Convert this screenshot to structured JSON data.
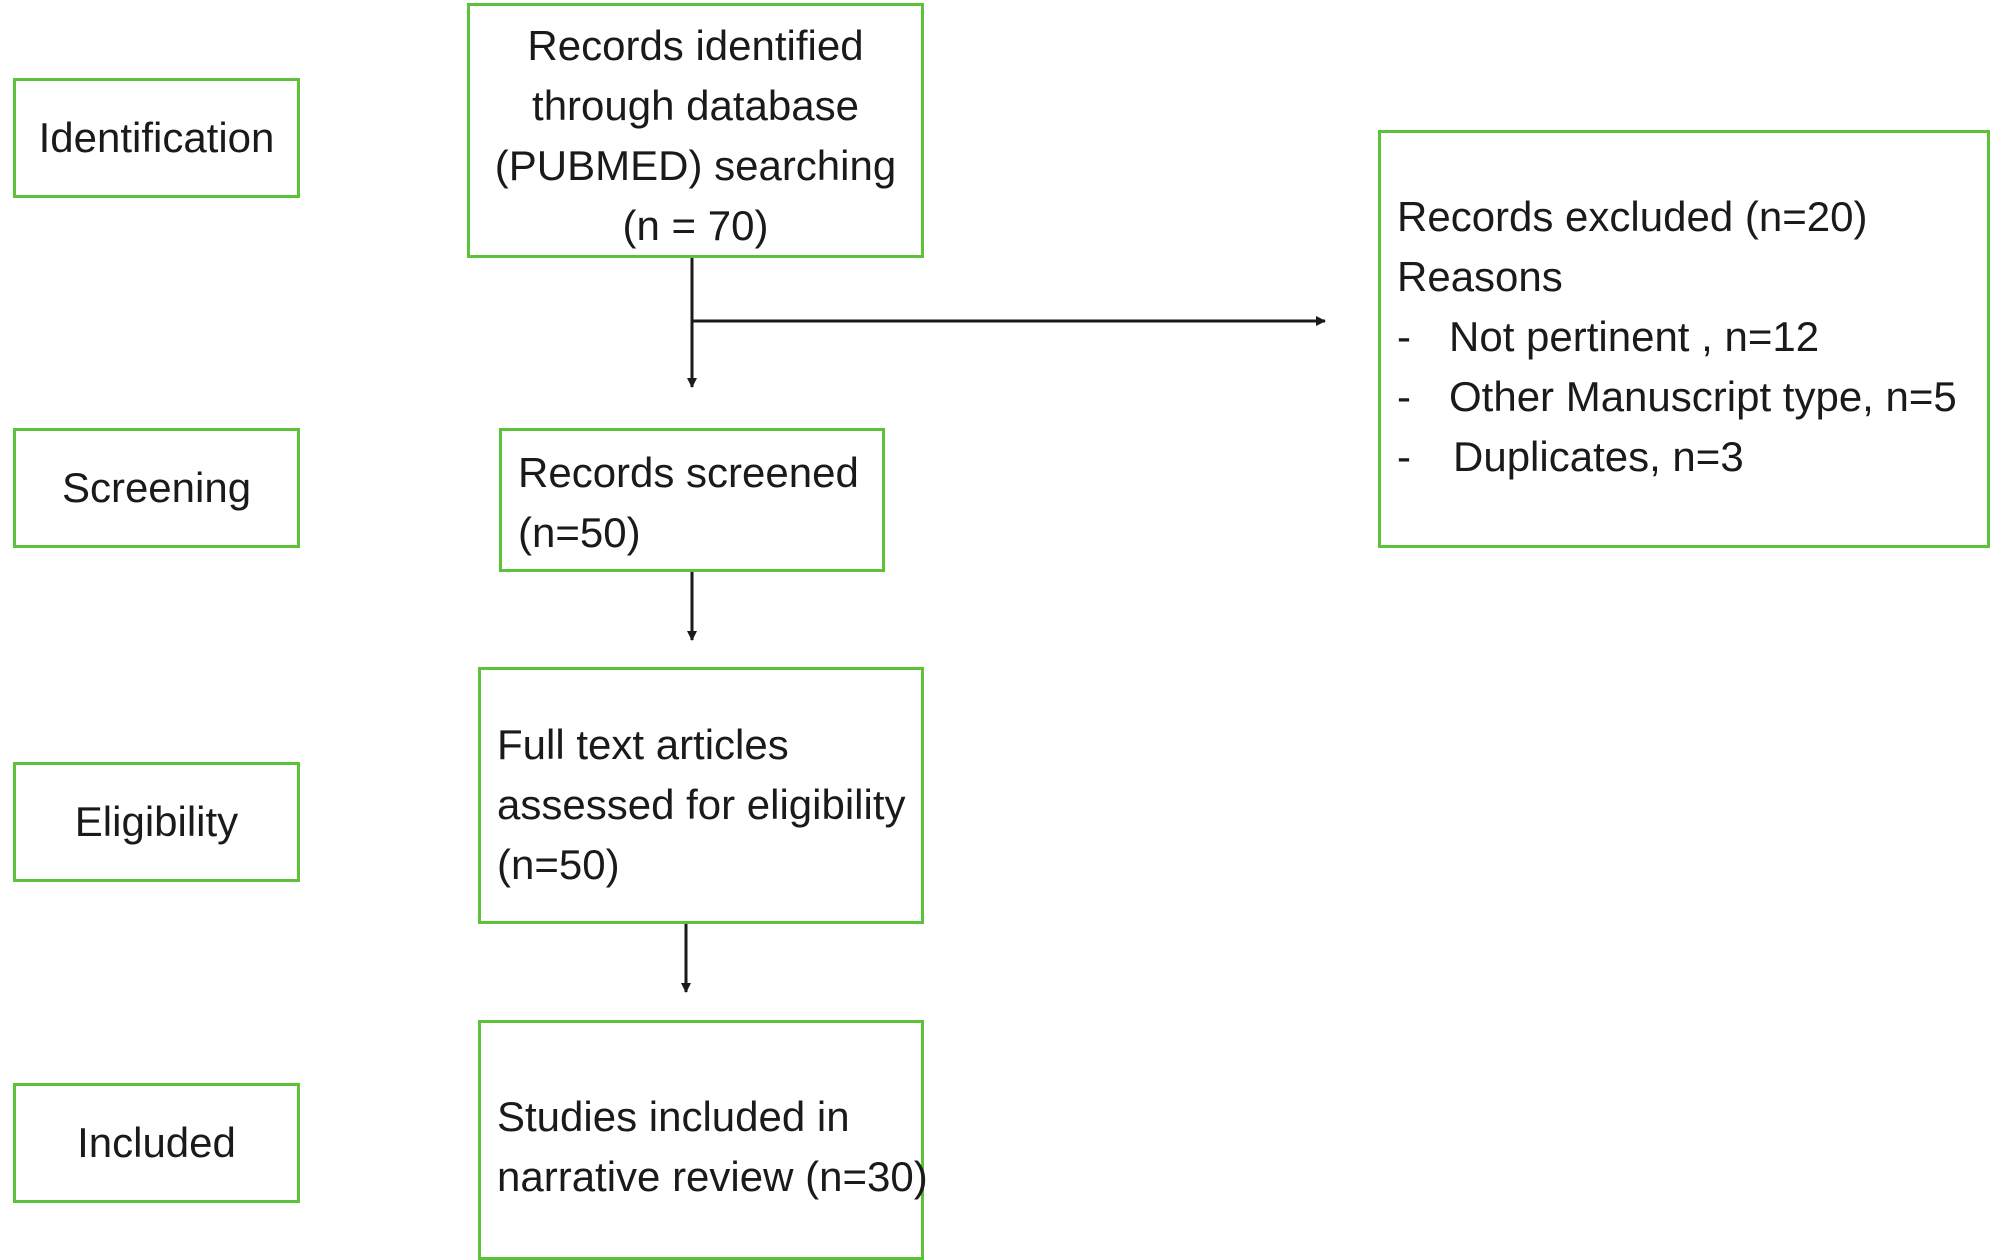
{
  "colors": {
    "box_border": "#5cc23a",
    "arrow": "#1a1a1a",
    "text": "#1a1a1a"
  },
  "stages": {
    "identification": "Identification",
    "screening": "Screening",
    "eligibility": "Eligibility",
    "included": "Included"
  },
  "boxes": {
    "identified": {
      "lines": [
        "Records identified",
        "through database",
        "(PUBMED) searching",
        "(n = 70)"
      ]
    },
    "screened": {
      "lines": [
        "Records screened",
        "(n=50)"
      ]
    },
    "fulltext": {
      "lines": [
        "Full text articles",
        "assessed for eligibility",
        "(n=50)"
      ]
    },
    "included": {
      "lines": [
        "Studies included in",
        "narrative review (n=30)"
      ]
    },
    "excluded": {
      "title": "Records excluded (n=20)",
      "reasons_label": "Reasons",
      "reasons": [
        {
          "dash": "-",
          "text": "Not pertinent , n=12"
        },
        {
          "dash": "-",
          "text": "Other Manuscript type, n=5"
        },
        {
          "dash": "-",
          "text": "Duplicates, n=3"
        }
      ]
    }
  }
}
